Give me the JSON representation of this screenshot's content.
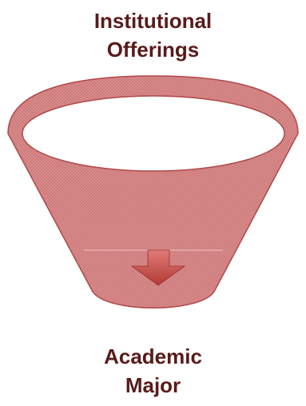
{
  "top_label": {
    "line1": "Institutional",
    "line2": "Offerings"
  },
  "bottom_label": {
    "line1": "Academic",
    "line2": "Major"
  },
  "colors": {
    "label_text": "#5a1a1a",
    "funnel_fill": "#d98c8c",
    "funnel_stroke": "#b04848",
    "arrow_fill": "#c0504d"
  }
}
